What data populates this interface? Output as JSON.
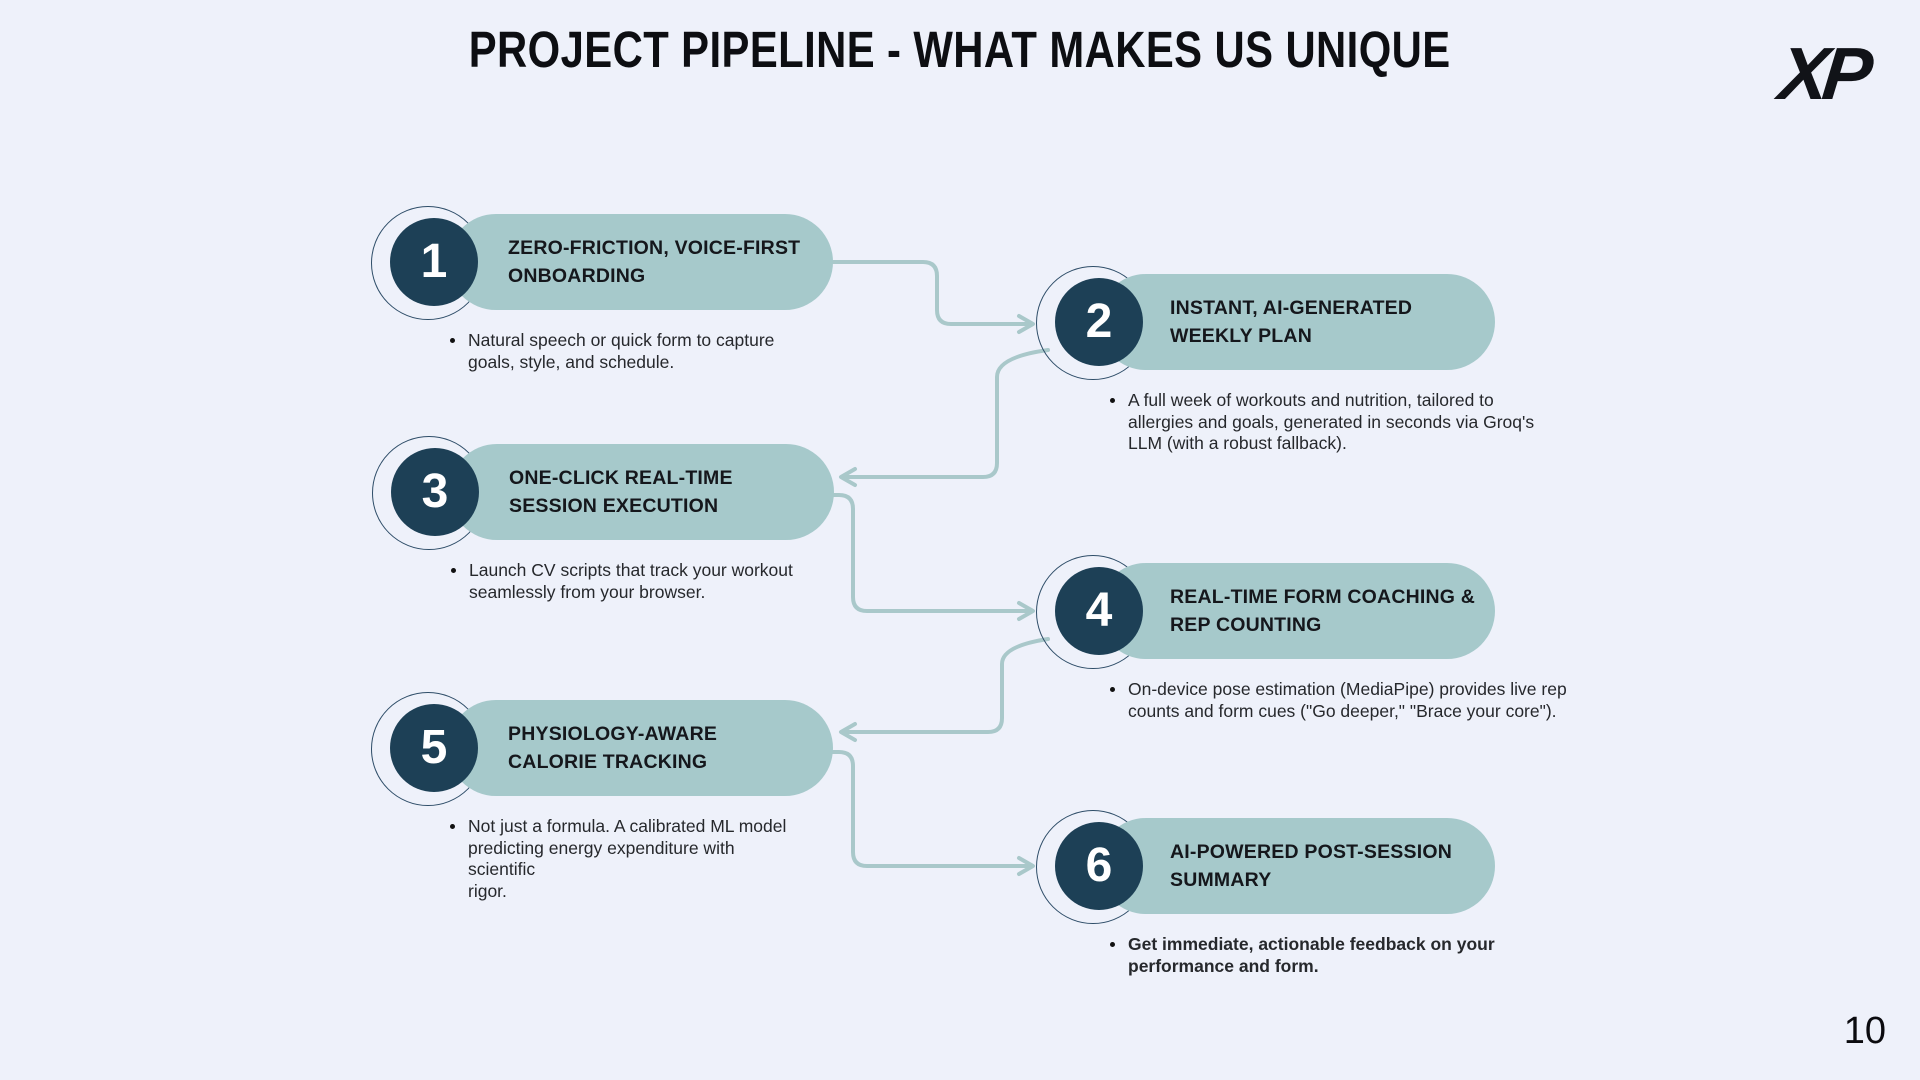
{
  "slide": {
    "title": "PROJECT PIPELINE - WHAT MAKES US UNIQUE",
    "logo_text": "XP",
    "page_number": "10"
  },
  "colors": {
    "background": "#eef1fa",
    "pill": "#a6c9cb",
    "connector": "#a9c8ca",
    "circle": "#1d4056",
    "ring": "#2e4d68",
    "heading": "#15171c",
    "body": "#26282c",
    "title": "#0d0e12",
    "number": "#ffffff",
    "logo": "#111318"
  },
  "steps": [
    {
      "num": "1",
      "title": "ZERO-FRICTION, VOICE-FIRST\nONBOARDING",
      "bullet": "Natural speech or quick form to capture\ngoals, style, and schedule."
    },
    {
      "num": "2",
      "title": "INSTANT, AI-GENERATED\nWEEKLY PLAN",
      "bullet": "A full week of workouts and nutrition, tailored to\nallergies and goals, generated in seconds via Groq's\nLLM (with a robust fallback)."
    },
    {
      "num": "3",
      "title": "ONE-CLICK REAL-TIME\nSESSION EXECUTION",
      "bullet": "Launch CV scripts that track your workout\nseamlessly from your browser."
    },
    {
      "num": "4",
      "title": "REAL-TIME FORM COACHING &\nREP COUNTING",
      "bullet": "On-device pose estimation (MediaPipe) provides live rep\ncounts and form cues (\"Go deeper,\" \"Brace your core\")."
    },
    {
      "num": "5",
      "title": "PHYSIOLOGY-AWARE\nCALORIE TRACKING",
      "bullet": "Not just a formula. A calibrated ML model\npredicting energy expenditure with scientific\nrigor."
    },
    {
      "num": "6",
      "title": "AI-POWERED POST-SESSION\nSUMMARY",
      "bullet": "Get immediate, actionable feedback on your\nperformance and form."
    }
  ]
}
